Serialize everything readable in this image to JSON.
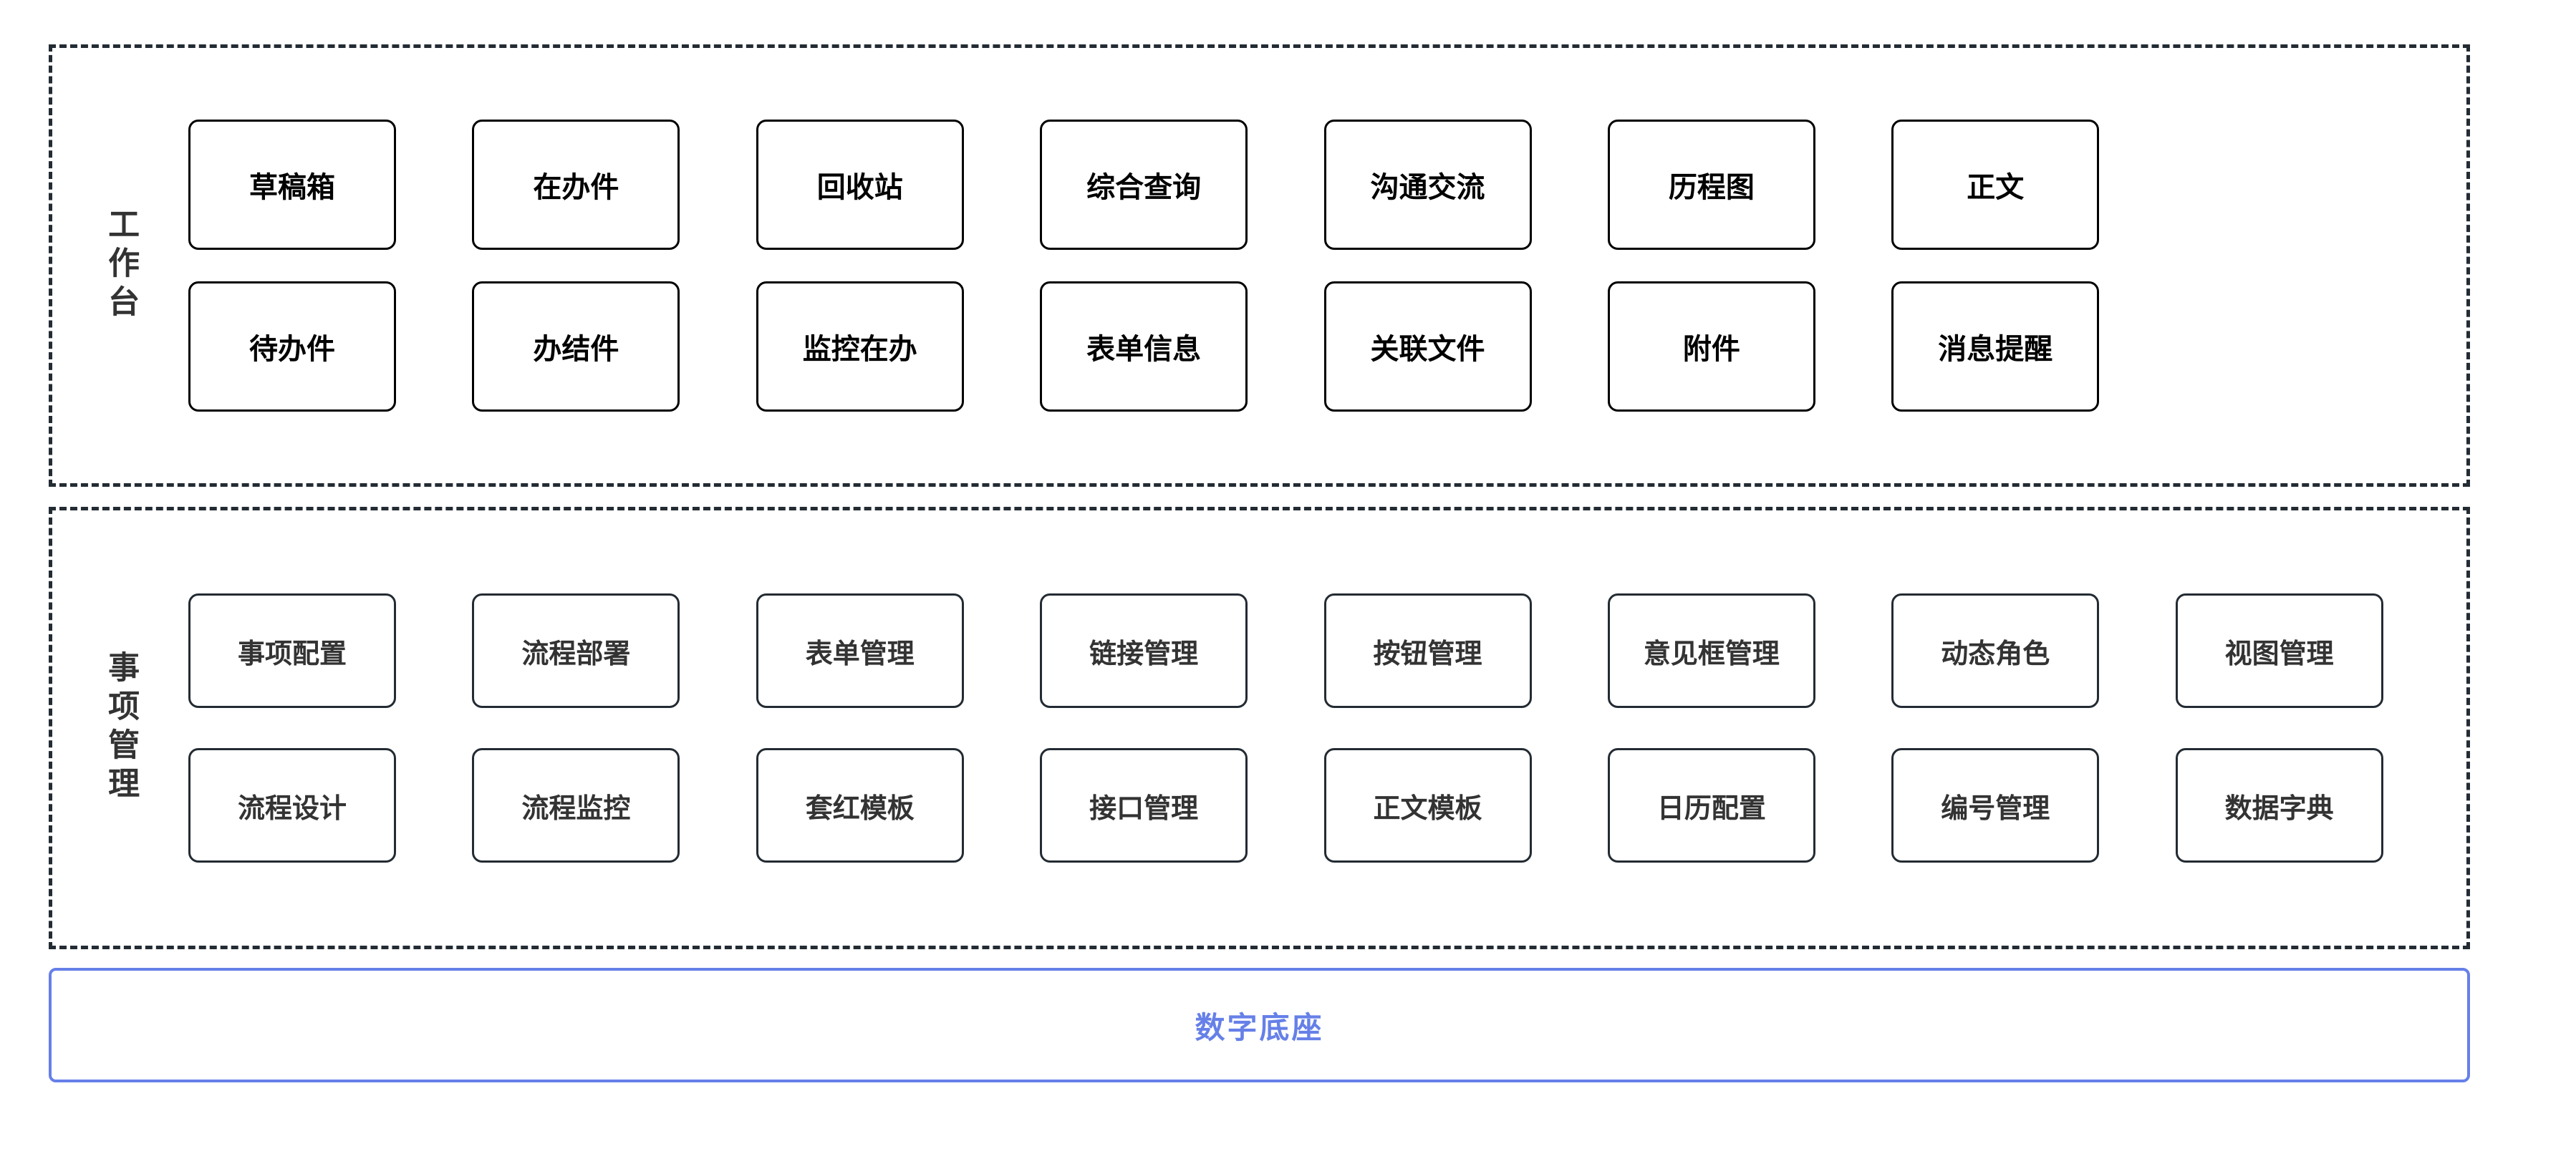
{
  "diagram": {
    "sections": [
      {
        "id": "workbench",
        "label": "工作台",
        "columns": 8,
        "rows": [
          [
            "草稿箱",
            "在办件",
            "回收站",
            "综合查询",
            "沟通交流",
            "历程图",
            "正文"
          ],
          [
            "待办件",
            "办结件",
            "监控在办",
            "表单信息",
            "关联文件",
            "附件",
            "消息提醒"
          ]
        ]
      },
      {
        "id": "item-management",
        "label": "事项管理",
        "columns": 8,
        "rows": [
          [
            "事项配置",
            "流程部署",
            "表单管理",
            "链接管理",
            "按钮管理",
            "意见框管理",
            "动态角色",
            "视图管理"
          ],
          [
            "流程设计",
            "流程监控",
            "套红模板",
            "接口管理",
            "正文模板",
            "日历配置",
            "编号管理",
            "数据字典"
          ]
        ]
      }
    ],
    "footer": {
      "label": "数字底座"
    },
    "colors": {
      "panel_border": "#232b33",
      "tile_border_workbench": "#000000",
      "tile_border_items": "#232b33",
      "footer_accent": "#6680e8",
      "background": "#ffffff"
    }
  }
}
